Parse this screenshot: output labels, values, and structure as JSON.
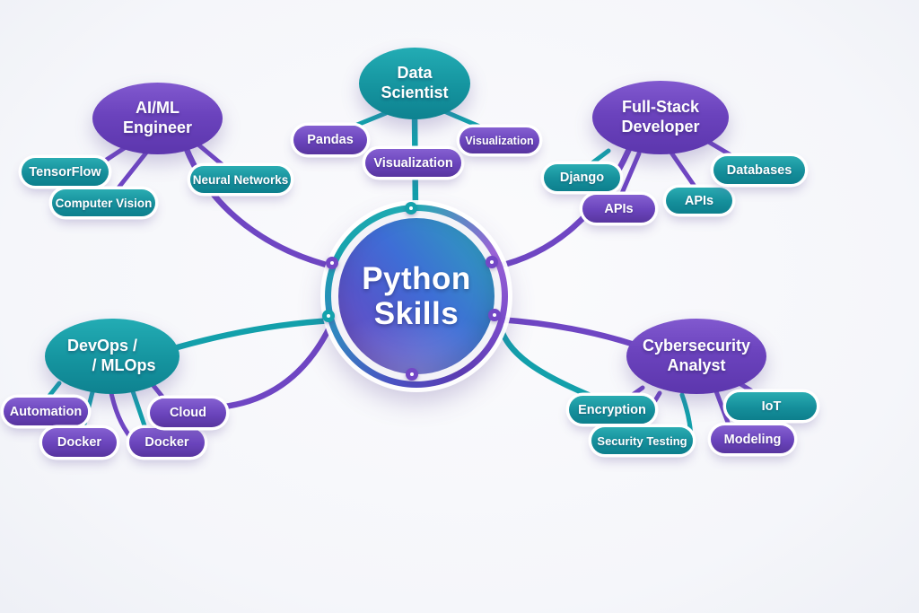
{
  "title": "Python Skills mind map",
  "hub": {
    "line1": "Python",
    "line2": "Skills"
  },
  "branches": {
    "aiml": {
      "line1": "AI/ML",
      "line2": "Engineer",
      "skills": [
        "TensorFlow",
        "Computer Vision",
        "Neural Networks"
      ]
    },
    "datasci": {
      "line1": "Data",
      "line2": "Scientist",
      "skills": [
        "Pandas",
        "Visualization",
        "Visualization"
      ]
    },
    "fullstack": {
      "line1": "Full-Stack",
      "line2": "Developer",
      "skills": [
        "Django",
        "APIs",
        "APIs",
        "Databases"
      ]
    },
    "devops": {
      "line1": "DevOps /",
      "line2": "/ MLOps",
      "skills": [
        "Automation",
        "Docker",
        "Docker",
        "Cloud"
      ]
    },
    "cyber": {
      "line1": "Cybersecurity",
      "line2": "Analyst",
      "skills": [
        "Encryption",
        "Security Testing",
        "IoT",
        "Modeling"
      ]
    }
  },
  "colors": {
    "purple": "#6f46c3",
    "purple_dark": "#58359f",
    "teal": "#13a0ab",
    "teal_dark": "#0d7f8d",
    "hub_gradient": [
      "#7b50c9",
      "#3e6ed6",
      "#2ba4b8"
    ],
    "background": "#f7f8fb",
    "text": "#ffffff"
  }
}
